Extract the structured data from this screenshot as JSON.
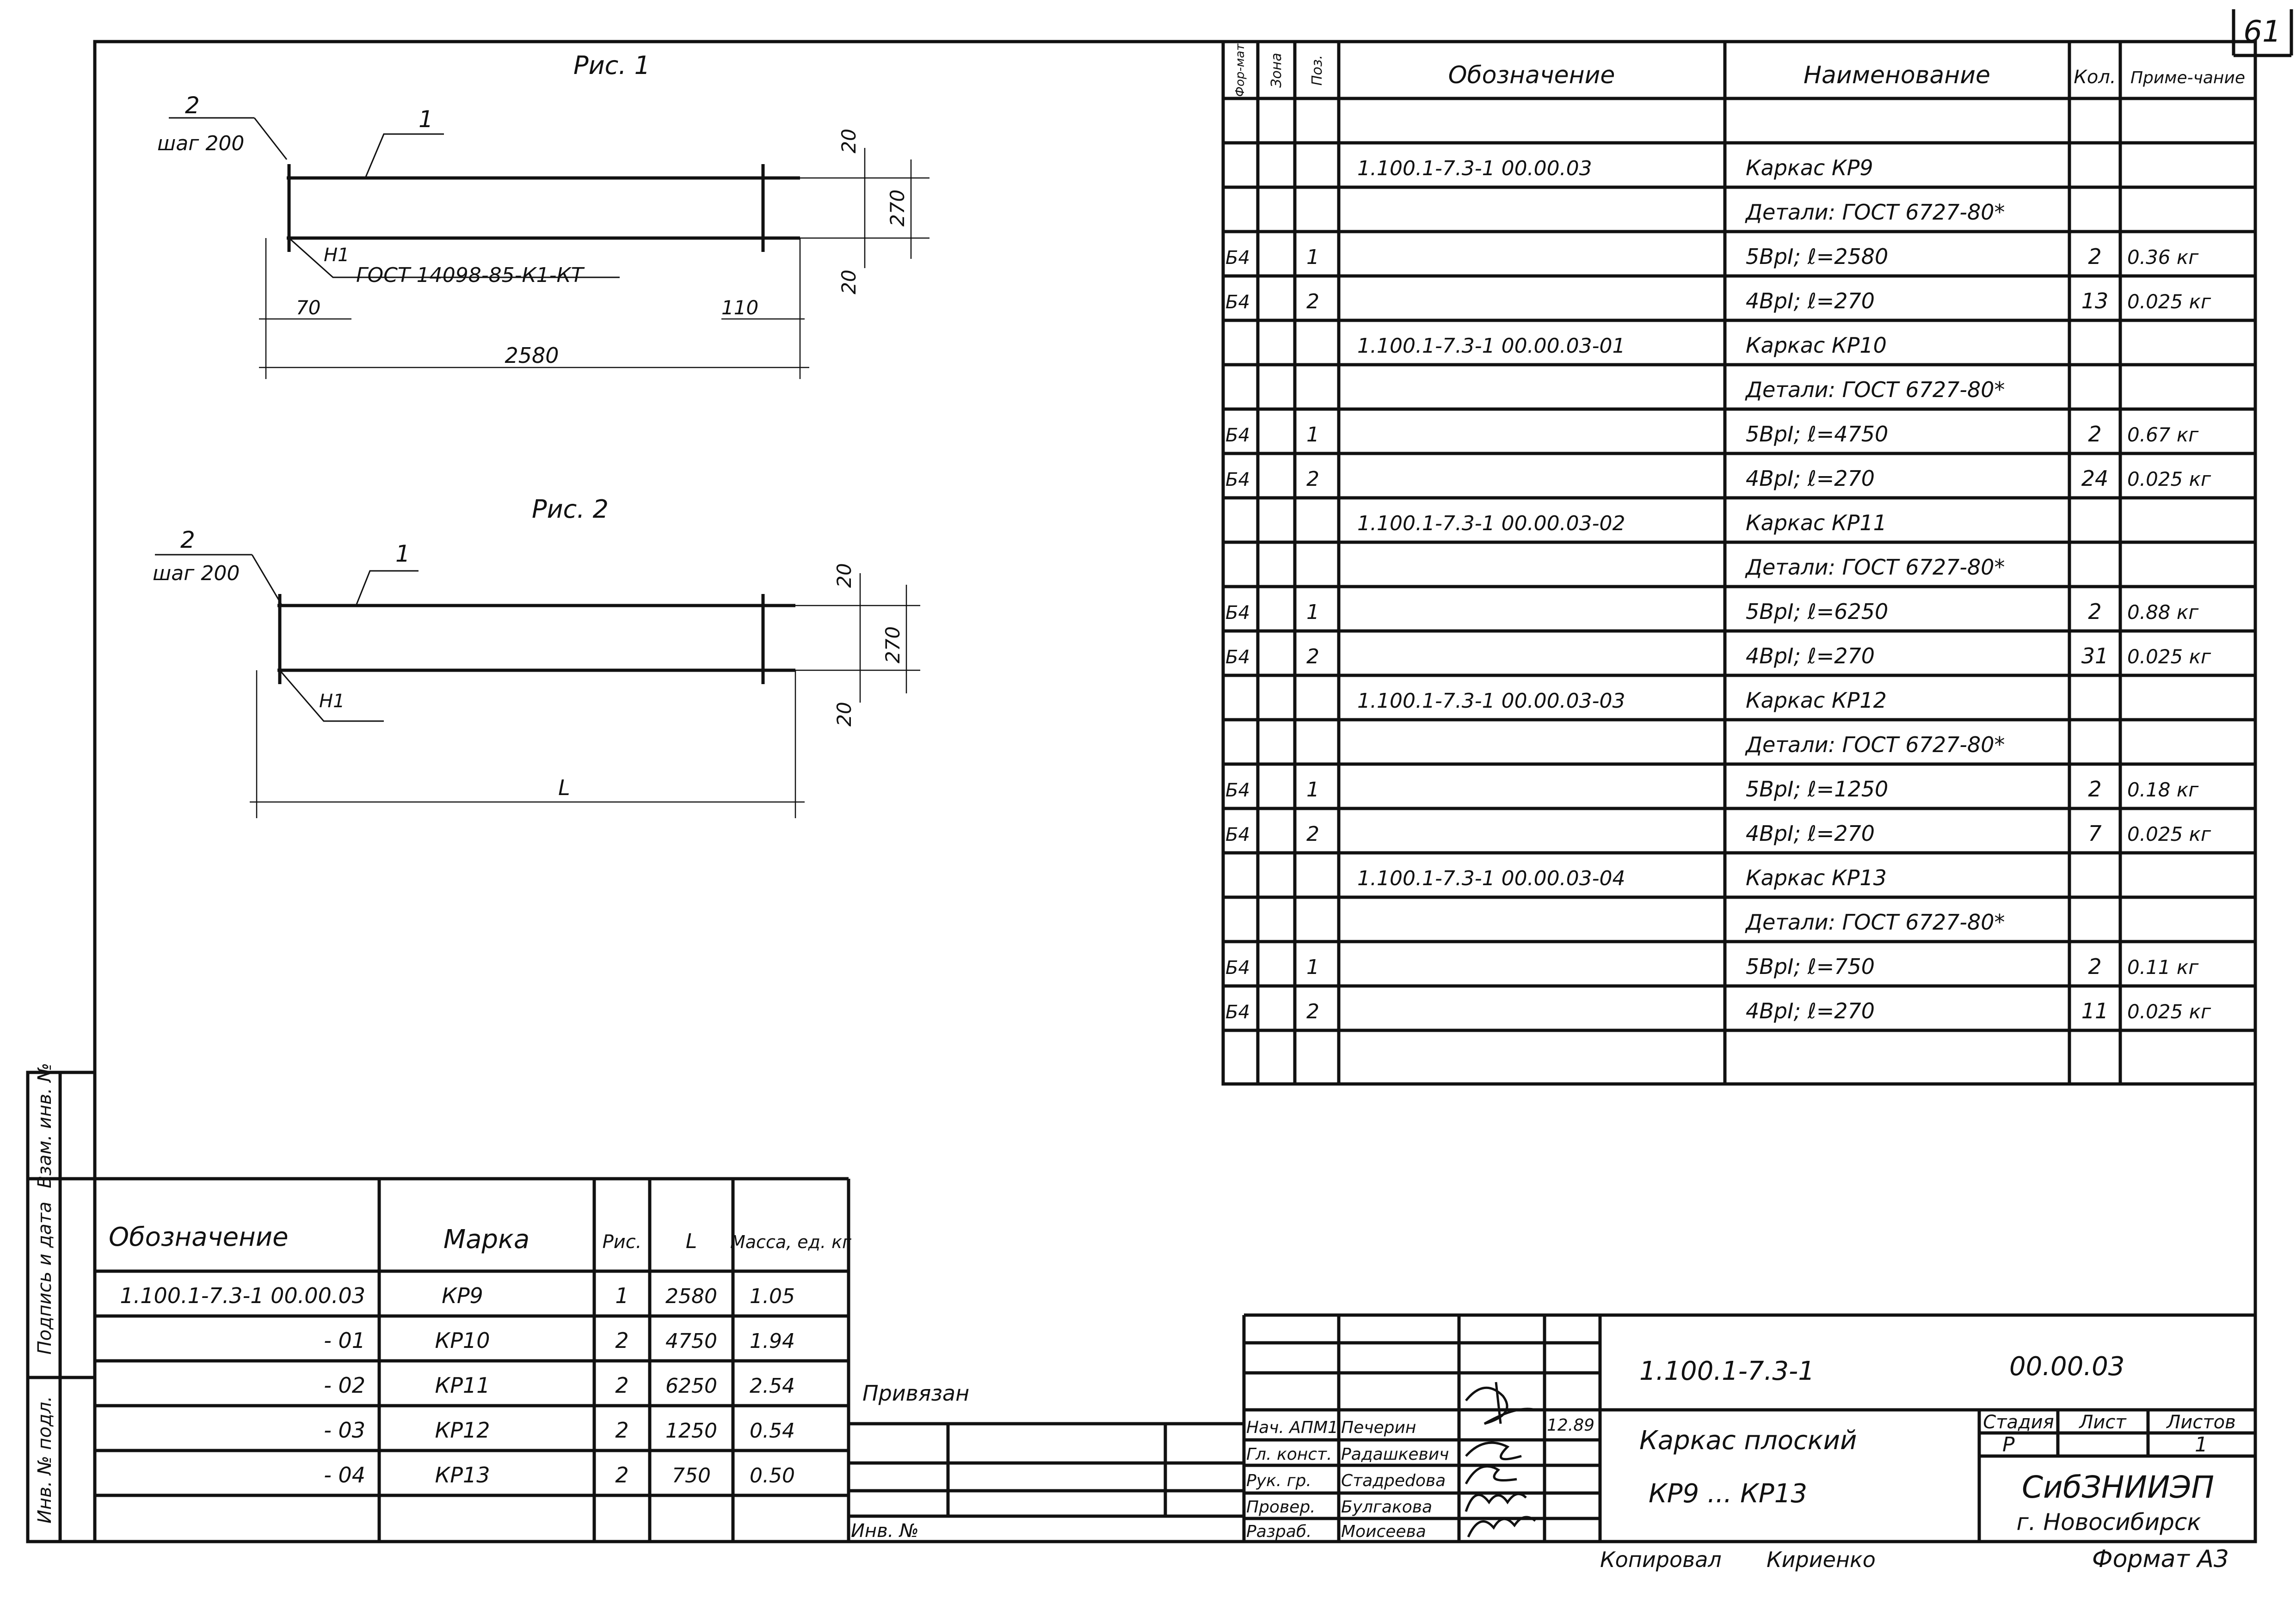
{
  "page_number": "61",
  "fig1": {
    "title": "Рис. 1",
    "pos2_label": "2",
    "pitch_label": "шаг 200",
    "pos1_label": "1",
    "weld_ref": "ГОСТ 14098-85-К1-КТ",
    "weld_mark": "Н1",
    "dim_top": "20",
    "dim_height": "270",
    "dim_bottom": "20",
    "dim_left_offset": "70",
    "dim_right_offset": "110",
    "dim_length": "2580"
  },
  "fig2": {
    "title": "Рис. 2",
    "pos2_label": "2",
    "pitch_label": "шаг 200",
    "pos1_label": "1",
    "weld_mark": "Н1",
    "dim_top": "20",
    "dim_height": "270",
    "dim_bottom": "20",
    "dim_length": "L"
  },
  "spec_table": {
    "headers": [
      "Фор-мат",
      "Зона",
      "Поз.",
      "Обозначение",
      "Наименование",
      "Кол.",
      "Приме-чание"
    ],
    "rows": [
      [
        "",
        "",
        "",
        "",
        "",
        "",
        ""
      ],
      [
        "",
        "",
        "",
        "1.100.1-7.3-1   00.00.03",
        "Каркас КР9",
        "",
        ""
      ],
      [
        "",
        "",
        "",
        "",
        "Детали: ГОСТ 6727-80*",
        "",
        ""
      ],
      [
        "Б4",
        "",
        "1",
        "",
        "5ВрI; ℓ=2580",
        "2",
        "0.36 кг"
      ],
      [
        "Б4",
        "",
        "2",
        "",
        "4ВрI; ℓ=270",
        "13",
        "0.025 кг"
      ],
      [
        "",
        "",
        "",
        "1.100.1-7.3-1   00.00.03-01",
        "Каркас КР10",
        "",
        ""
      ],
      [
        "",
        "",
        "",
        "",
        "Детали: ГОСТ 6727-80*",
        "",
        ""
      ],
      [
        "Б4",
        "",
        "1",
        "",
        "5ВрI; ℓ=4750",
        "2",
        "0.67 кг"
      ],
      [
        "Б4",
        "",
        "2",
        "",
        "4ВрI; ℓ=270",
        "24",
        "0.025 кг"
      ],
      [
        "",
        "",
        "",
        "1.100.1-7.3-1   00.00.03-02",
        "Каркас КР11",
        "",
        ""
      ],
      [
        "",
        "",
        "",
        "",
        "Детали: ГОСТ 6727-80*",
        "",
        ""
      ],
      [
        "Б4",
        "",
        "1",
        "",
        "5ВрI; ℓ=6250",
        "2",
        "0.88 кг"
      ],
      [
        "Б4",
        "",
        "2",
        "",
        "4ВрI; ℓ=270",
        "31",
        "0.025 кг"
      ],
      [
        "",
        "",
        "",
        "1.100.1-7.3-1   00.00.03-03",
        "Каркас КР12",
        "",
        ""
      ],
      [
        "",
        "",
        "",
        "",
        "Детали: ГОСТ 6727-80*",
        "",
        ""
      ],
      [
        "Б4",
        "",
        "1",
        "",
        "5ВрI; ℓ=1250",
        "2",
        "0.18 кг"
      ],
      [
        "Б4",
        "",
        "2",
        "",
        "4ВрI; ℓ=270",
        "7",
        "0.025 кг"
      ],
      [
        "",
        "",
        "",
        "1.100.1-7.3-1   00.00.03-04",
        "Каркас КР13",
        "",
        ""
      ],
      [
        "",
        "",
        "",
        "",
        "Детали: ГОСТ 6727-80*",
        "",
        ""
      ],
      [
        "Б4",
        "",
        "1",
        "",
        "5ВрI; ℓ=750",
        "2",
        "0.11 кг"
      ],
      [
        "Б4",
        "",
        "2",
        "",
        "4ВрI; ℓ=270",
        "11",
        "0.025 кг"
      ],
      [
        "",
        "",
        "",
        "",
        "",
        "",
        ""
      ]
    ]
  },
  "marks_table": {
    "headers": [
      "Обозначение",
      "Марка",
      "Рис.",
      "L",
      "Масса, ед. кг"
    ],
    "rows": [
      [
        "1.100.1-7.3-1  00.00.03",
        "КР9",
        "1",
        "2580",
        "1.05"
      ],
      [
        "- 01",
        "КР10",
        "2",
        "4750",
        "1.94"
      ],
      [
        "- 02",
        "КР11",
        "2",
        "6250",
        "2.54"
      ],
      [
        "- 03",
        "КР12",
        "2",
        "1250",
        "0.54"
      ],
      [
        "- 04",
        "КР13",
        "2",
        "750",
        "0.50"
      ],
      [
        "",
        "",
        "",
        "",
        ""
      ]
    ]
  },
  "binding": {
    "tied_label": "Привязан",
    "inv_label": "Инв. №"
  },
  "side_stamp": {
    "labels": [
      "Взам. инв. №",
      "Подпись и дата",
      "Инв. № подл."
    ]
  },
  "title_block": {
    "doc_code": "1.100.1-7.3-1",
    "doc_suffix": "00.00.03",
    "title_line1": "Каркас   плоский",
    "title_line2": "КР9 ... КР13",
    "stage_header": "Стадия",
    "sheet_header": "Лист",
    "sheets_header": "Листов",
    "stage_value": "Р",
    "sheets_value": "1",
    "org_line1": "СибЗНИИЭП",
    "org_line2": "г. Новосибирск",
    "date": "12.89",
    "people": [
      [
        "Нач. АПМ1",
        "Печерин"
      ],
      [
        "Гл. конст.",
        "Радашкевич"
      ],
      [
        "Рук. гр.",
        "Стадреdова"
      ],
      [
        "Провер.",
        "Булгакова"
      ],
      [
        "Разраб.",
        "Моисеева"
      ]
    ]
  },
  "footer": {
    "copied_label": "Копировал",
    "copied_name": "Кириенко",
    "format_label": "Формат А3"
  }
}
